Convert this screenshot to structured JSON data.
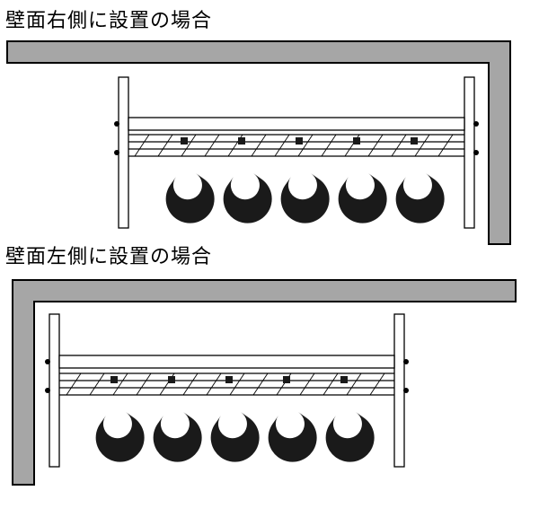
{
  "diagrams": [
    {
      "title": "壁面右側に設置の場合",
      "wall_side": "right",
      "tool_count": 5
    },
    {
      "title": "壁面左側に設置の場合",
      "wall_side": "left",
      "tool_count": 5
    }
  ],
  "colors": {
    "wall_fill": "#a6a6a6",
    "outline": "#000000",
    "tool": "#1a1a1a",
    "background": "#ffffff"
  }
}
